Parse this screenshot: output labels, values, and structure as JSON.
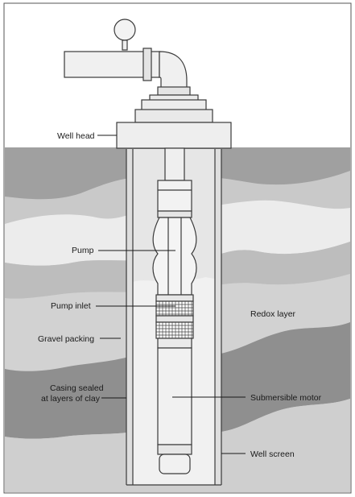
{
  "labels": {
    "well_head": "Well head",
    "pump": "Pump",
    "pump_inlet": "Pump inlet",
    "redox_layer": "Redox layer",
    "gravel_packing": "Gravel packing",
    "casing_line1": "Casing sealed",
    "casing_line2": "at layers of clay",
    "submersible_motor": "Submersible motor",
    "well_screen": "Well screen"
  },
  "colors": {
    "soil_light": "#c9c9c9",
    "soil_mid": "#a9a9a9",
    "soil_dark": "#8c8c8c",
    "band_light": "#e9e9e9",
    "equipment": "#efefef",
    "outline": "#3a3a3a"
  }
}
